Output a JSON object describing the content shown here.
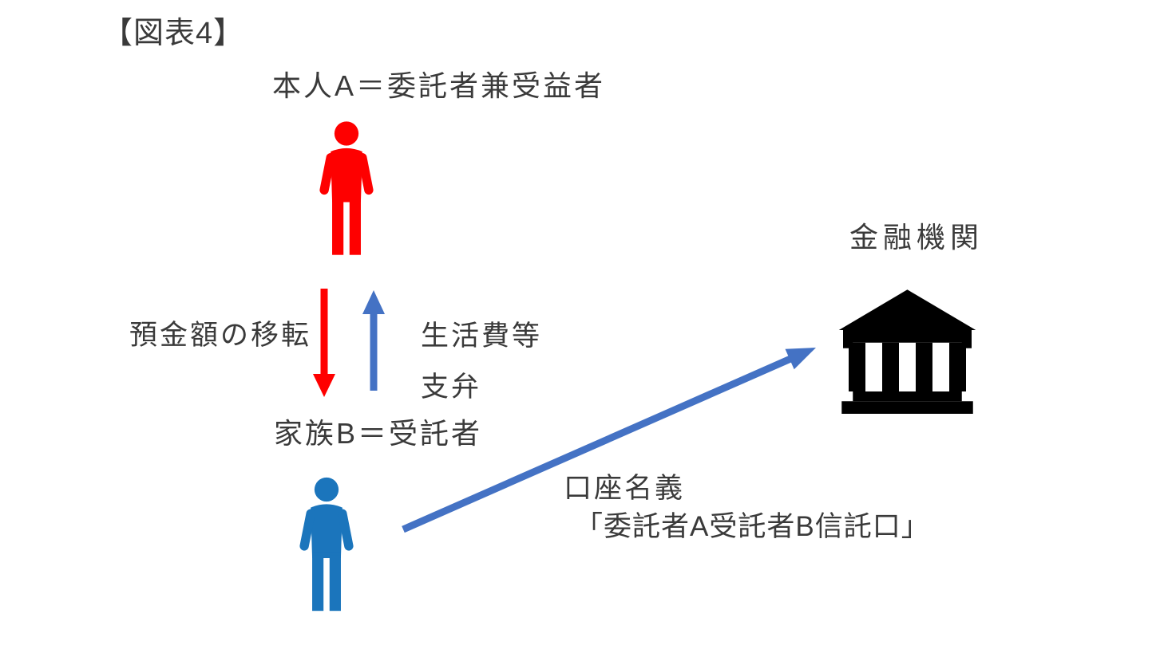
{
  "title": "【図表4】",
  "nodes": {
    "person_a": {
      "label": "本人A＝委託者兼受益者",
      "icon": "person-icon",
      "color": "#FE0000"
    },
    "person_b": {
      "label": "家族B＝受託者",
      "icon": "person-icon",
      "color": "#1B75BC"
    },
    "bank": {
      "label": "金融機関",
      "icon": "bank-building-icon",
      "color": "#000000"
    }
  },
  "arrows": {
    "deposit_transfer": {
      "label": "預金額の移転",
      "direction": "down",
      "color": "#FF0000"
    },
    "living_expenses": {
      "label_line1": "生活費等",
      "label_line2": "支弁",
      "direction": "up",
      "color": "#4472C4"
    },
    "trust_account": {
      "label_line1": "口座名義",
      "label_line2": "「委託者A受託者B信託口」",
      "direction": "up-right",
      "color": "#4472C4"
    }
  },
  "colors": {
    "text": "#3A3A3A",
    "background": "#FFFFFF",
    "person_a_red": "#FE0000",
    "person_b_blue": "#1B75BC",
    "bank_black": "#000000",
    "arrow_red": "#FF0000",
    "arrow_blue": "#4472C4"
  }
}
